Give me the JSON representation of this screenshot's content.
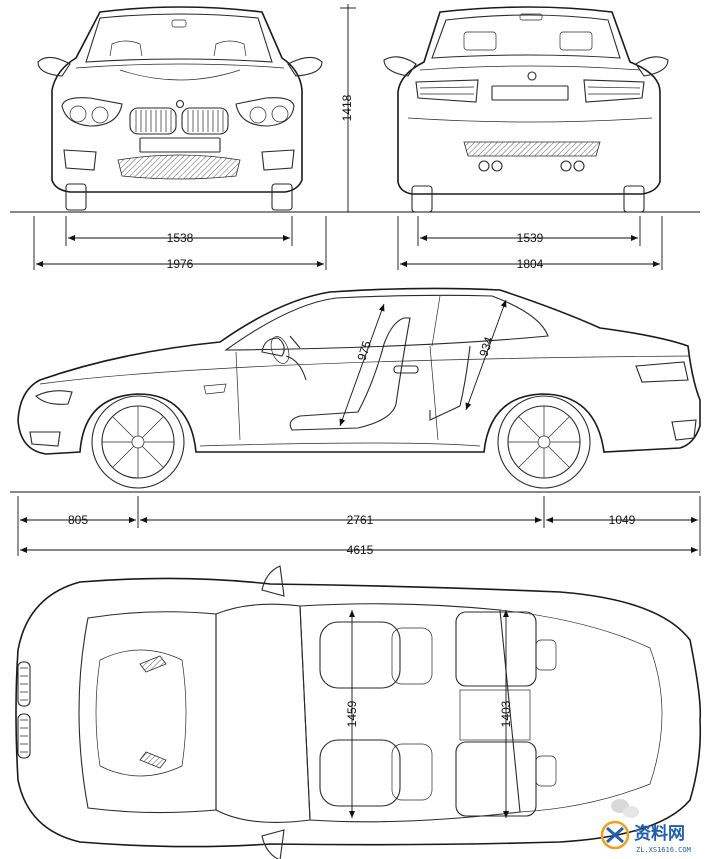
{
  "dimensions": {
    "front_track": "1538",
    "front_width": "1976",
    "rear_track": "1539",
    "rear_width": "1804",
    "height": "1418",
    "front_overhang": "805",
    "wheelbase": "2761",
    "rear_overhang": "1049",
    "length": "4615",
    "front_headroom": "975",
    "rear_headroom": "934",
    "front_shoulder": "1459",
    "rear_shoulder": "1403"
  },
  "watermark": {
    "brand": "资料网",
    "url": "ZL.XS1616.COM",
    "logo_icon": "wechat-logo-icon",
    "colors": {
      "brand": "#1f5fb0",
      "accent": "#f0a020"
    }
  },
  "icons": [
    "bmw-roundel-icon",
    "kidney-grille-icon",
    "exhaust-pipe-icon"
  ]
}
